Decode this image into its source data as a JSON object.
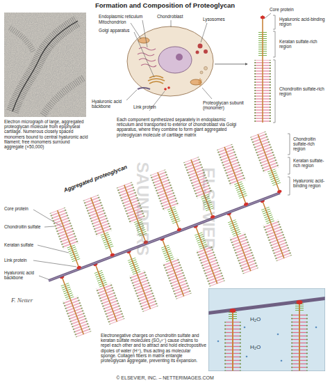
{
  "diagram": {
    "title": "Formation and Composition of Proteoglycan",
    "caption": "Electronegative charges on chondroitin sulfate and keratan sulfate molecules (SO₄²⁻) cause chains to repel each other and to attract and hold electropositive dipoles of water (H⁺), thus acting as molecular sponge. Collagen fibers in matrix entangle proteoglycan aggregate, preventing its expansion.",
    "nodes": [
      {
        "text": [
          "H₂O",
          "H₂O"
        ]
      }
    ],
    "labels": [
      "Electron micrograph of large, aggregated proteoglycan molecule from epiphyseal cartilage. Numerous closely spaced monomers bound to central hyaluronic acid filament; free monomers surround aggregate (×50,000)",
      "Endoplasmic reticulum",
      "Mitochondrion",
      "Golgi apparatus",
      "Chondroblast",
      "Lysosomes",
      "Core protein",
      "Hyaluronic acid-binding region",
      "Keratan sulfate-rich region",
      "Chondroitin sulfate-rich region",
      "Hyaluronic acid backbone",
      "Link protein",
      "Proteoglycan subunit (monomer)",
      "Each component synthesized separately in endoplasmic reticulum and transported to exterior of chondroblast via Golgi apparatus, where they combine to form giant aggregated proteoglycan molecule of cartilage matrix",
      "Aggregated proteoglycan",
      "Chondroitin sulfate-rich region",
      "Keratan sulfate-rich region",
      "Hyaluronic acid-binding region",
      "Core protein",
      "Chondroitin sulfate",
      "Keratan sulfate",
      "Link protein",
      "Hyaluronic acid backbone",
      "F. Netter",
      "© ELSEVIER, INC. – NETTERIMAGES.COM",
      "SAUNDERS",
      "ELSEVIER"
    ]
  }
}
